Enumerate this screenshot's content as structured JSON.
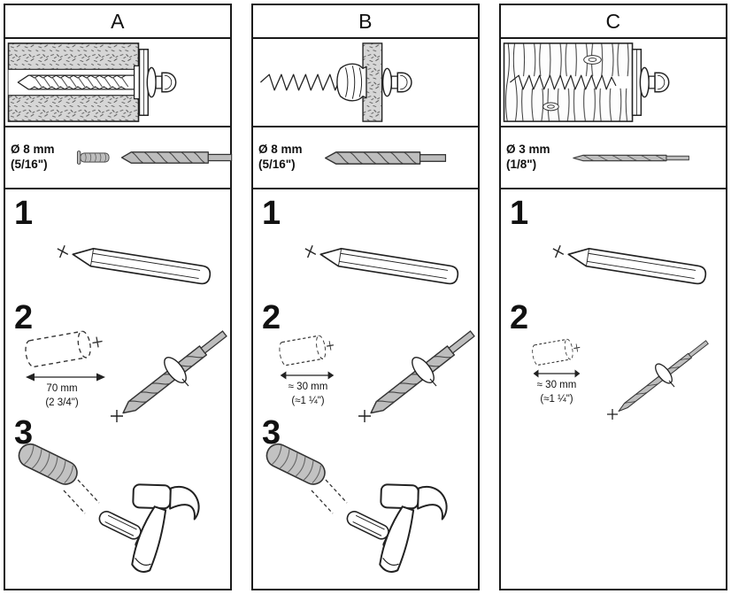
{
  "columns": [
    {
      "label": "A",
      "wall_illustration": "concrete-wall-cross-section",
      "drill_spec": {
        "diameter": "Ø 8 mm",
        "imperial": "(5/16\")"
      },
      "steps": {
        "step1": {
          "number": "1"
        },
        "step2": {
          "number": "2",
          "depth_metric": "70 mm",
          "depth_imperial": "(2 3/4\")"
        },
        "step3": {
          "number": "3"
        }
      }
    },
    {
      "label": "B",
      "wall_illustration": "hollow-wall-cross-section",
      "drill_spec": {
        "diameter": "Ø 8 mm",
        "imperial": "(5/16\")"
      },
      "steps": {
        "step1": {
          "number": "1"
        },
        "step2": {
          "number": "2",
          "depth_metric": "≈ 30 mm",
          "depth_imperial": "(≈1 ¼\")"
        },
        "step3": {
          "number": "3"
        }
      }
    },
    {
      "label": "C",
      "wall_illustration": "wood-wall-cross-section",
      "drill_spec": {
        "diameter": "Ø 3 mm",
        "imperial": "(1/8\")"
      },
      "steps": {
        "step1": {
          "number": "1"
        },
        "step2": {
          "number": "2",
          "depth_metric": "≈ 30 mm",
          "depth_imperial": "(≈1 ¼\")"
        }
      }
    }
  ]
}
